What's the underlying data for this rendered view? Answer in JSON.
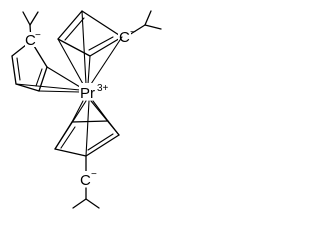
{
  "molecule": {
    "metal": {
      "symbol": "Pr",
      "charge": "3+"
    },
    "ligands": [
      {
        "carbon_label": "C",
        "charge": "−",
        "substituent": "isopropyl"
      },
      {
        "carbon_label": "C",
        "charge": "−",
        "substituent": "isopropyl"
      },
      {
        "carbon_label": "C",
        "charge": "−",
        "substituent": "isopropyl"
      }
    ]
  }
}
